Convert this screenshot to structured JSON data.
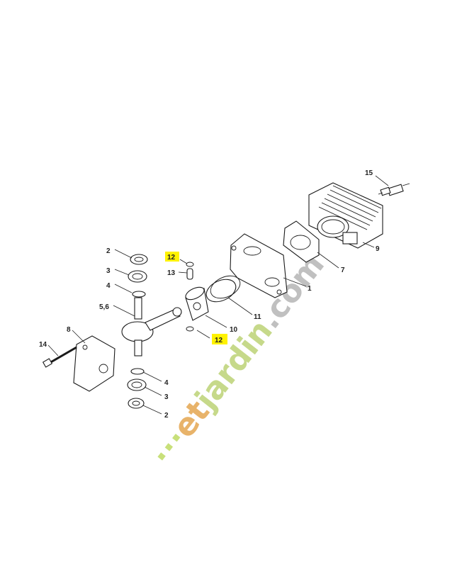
{
  "diagram": {
    "labels": [
      {
        "id": "lbl-15",
        "text": "15",
        "highlight": false
      },
      {
        "id": "lbl-9",
        "text": "9",
        "highlight": false
      },
      {
        "id": "lbl-7",
        "text": "7",
        "highlight": false
      },
      {
        "id": "lbl-1",
        "text": "1",
        "highlight": false
      },
      {
        "id": "lbl-11",
        "text": "11",
        "highlight": false
      },
      {
        "id": "lbl-10",
        "text": "10",
        "highlight": false
      },
      {
        "id": "lbl-12a",
        "text": "12",
        "highlight": true
      },
      {
        "id": "lbl-12b",
        "text": "12",
        "highlight": true
      },
      {
        "id": "lbl-13",
        "text": "13",
        "highlight": false
      },
      {
        "id": "lbl-2a",
        "text": "2",
        "highlight": false
      },
      {
        "id": "lbl-3a",
        "text": "3",
        "highlight": false
      },
      {
        "id": "lbl-4a",
        "text": "4",
        "highlight": false
      },
      {
        "id": "lbl-56",
        "text": "5,6",
        "highlight": false
      },
      {
        "id": "lbl-8",
        "text": "8",
        "highlight": false
      },
      {
        "id": "lbl-14",
        "text": "14",
        "highlight": false
      },
      {
        "id": "lbl-4b",
        "text": "4",
        "highlight": false
      },
      {
        "id": "lbl-3b",
        "text": "3",
        "highlight": false
      },
      {
        "id": "lbl-2b",
        "text": "2",
        "highlight": false
      }
    ],
    "highlight_color": "#fff200",
    "watermark": {
      "text": "...etjardin.com",
      "colors": [
        "#c8e07a",
        "#e8b36a",
        "#bbbbbb"
      ]
    }
  }
}
